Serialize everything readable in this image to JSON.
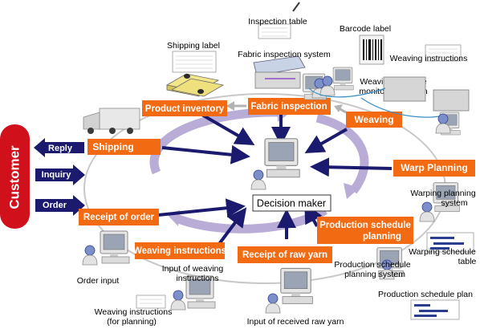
{
  "customer": "Customer",
  "arrows_left": [
    "Reply",
    "Inquiry",
    "Order"
  ],
  "process_boxes": {
    "product_inventory": "Product inventory",
    "fabric_inspection": "Fabric inspection",
    "weaving": "Weaving",
    "shipping": "Shipping",
    "warp_planning": "Warp Planning",
    "receipt_of_order": "Receipt of order",
    "production_schedule_planning_line1": "Production schedule",
    "production_schedule_planning_line2": "planning",
    "weaving_instructions": "Weaving instructions",
    "receipt_of_raw_yarn": "Receipt of raw yarn"
  },
  "center": "Decision maker",
  "labels": {
    "inspection_table": "Inspection table",
    "shipping_label": "Shipping label",
    "barcode_label": "Barcode label",
    "fabric_inspection_system": "Fabric inspection system",
    "weaving_instructions_top": "Weaving instructions",
    "weaving_machine_line1": "Weaving machine",
    "weaving_machine_line2": "monitoring system",
    "warping_planning_line1": "Warping planning",
    "warping_planning_line2": "system",
    "warping_schedule_line1": "Warping schedule",
    "warping_schedule_line2": "table",
    "production_schedule_system_line1": "Production schedule",
    "production_schedule_system_line2": "planning system",
    "production_schedule_plan": "Production schedule plan",
    "input_weaving_line1": "Input of weaving",
    "input_weaving_line2": "instructions",
    "order_input": "Order input",
    "weaving_for_planning_line1": "Weaving instructions",
    "weaving_for_planning_line2": "(for planning)",
    "input_received_yarn": "Input of received raw yarn"
  },
  "colors": {
    "customer_bg": "#d0101a",
    "process_box": "#f26a12",
    "navy_arrow": "#1b1a6e",
    "cycle_band": "#b9acd6",
    "outer_ellipse": "#c8c8c8",
    "cable": "#3a8fc4"
  }
}
